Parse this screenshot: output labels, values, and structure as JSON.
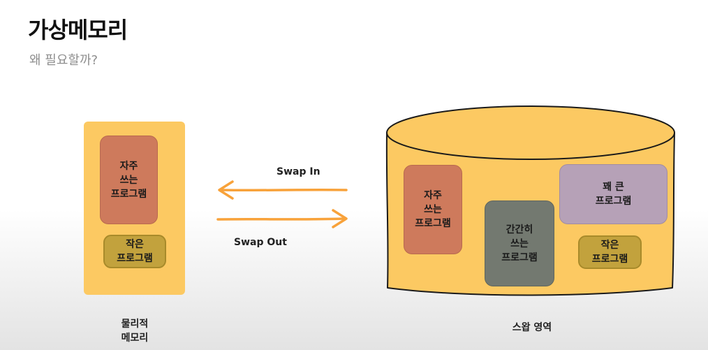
{
  "header": {
    "title": "가상메모리",
    "subtitle": "왜 필요할까?"
  },
  "physical_memory": {
    "label": "물리적\n메모리",
    "frequent_program": "자주\n쓰는\n프로그램",
    "small_program": "작은\n프로그램"
  },
  "arrows": {
    "swap_in": "Swap In",
    "swap_out": "Swap Out"
  },
  "swap_area": {
    "label": "스왑 영역",
    "frequent_program": "자주\n쓰는\n프로그램",
    "rare_program": "간간히\n쓰는\n프로그램",
    "big_program": "꽤 큰\n프로그램",
    "small_program": "작은\n프로그램"
  },
  "colors": {
    "memory_fill": "#fcc962",
    "frequent_program": "#ce7a5c",
    "small_program": "#c2a23d",
    "big_program": "#b6a1b7",
    "rare_program": "#737970",
    "arrow": "#f8a23a"
  }
}
